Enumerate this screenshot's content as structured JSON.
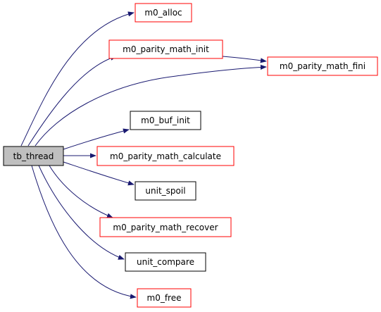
{
  "colors": {
    "root_fill": "#bfbfbf",
    "root_stroke": "#000000",
    "red_stroke": "#ff0000",
    "black_stroke": "#000000",
    "edge": "#191970"
  },
  "nodes": {
    "tb_thread": "tb_thread",
    "m0_alloc": "m0_alloc",
    "m0_parity_math_init": "m0_parity_math_init",
    "m0_parity_math_fini": "m0_parity_math_fini",
    "m0_buf_init": "m0_buf_init",
    "m0_parity_math_calculate": "m0_parity_math_calculate",
    "unit_spoil": "unit_spoil",
    "m0_parity_math_recover": "m0_parity_math_recover",
    "unit_compare": "unit_compare",
    "m0_free": "m0_free"
  }
}
